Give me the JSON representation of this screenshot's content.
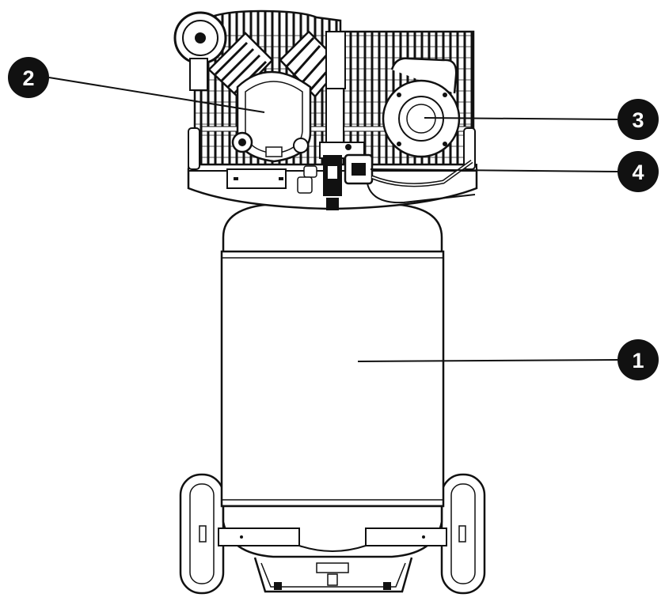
{
  "callouts": [
    {
      "label": "2"
    },
    {
      "label": "3"
    },
    {
      "label": "4"
    },
    {
      "label": "1"
    }
  ]
}
